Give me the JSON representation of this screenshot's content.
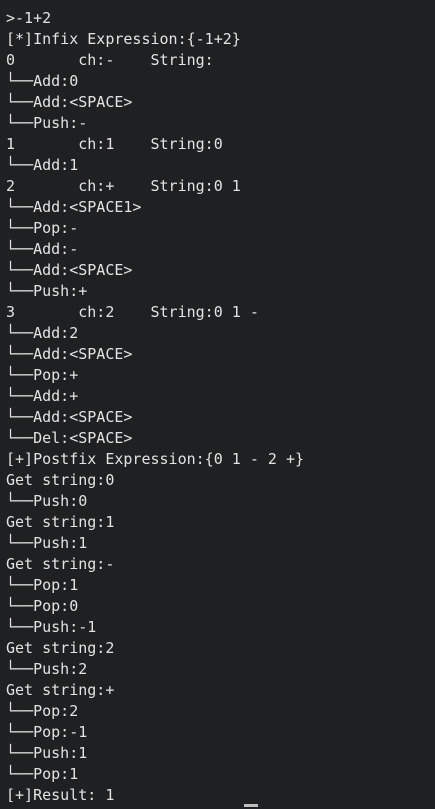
{
  "terminal": {
    "lines": [
      ">-1+2",
      "[*]Infix Expression:{-1+2}",
      "0       ch:-    String:",
      "└──Add:0",
      "└──Add:<SPACE>",
      "└──Push:-",
      "1       ch:1    String:0",
      "└──Add:1",
      "2       ch:+    String:0 1",
      "└──Add:<SPACE1>",
      "└──Pop:-",
      "└──Add:-",
      "└──Add:<SPACE>",
      "└──Push:+",
      "3       ch:2    String:0 1 -",
      "└──Add:2",
      "└──Add:<SPACE>",
      "└──Pop:+",
      "└──Add:+",
      "└──Add:<SPACE>",
      "└──Del:<SPACE>",
      "[+]Postfix Expression:{0 1 - 2 +}",
      "Get string:0",
      "└──Push:0",
      "Get string:1",
      "└──Push:1",
      "Get string:-",
      "└──Pop:1",
      "└──Pop:0",
      "└──Push:-1",
      "Get string:2",
      "└──Push:2",
      "Get string:+",
      "└──Pop:2",
      "└──Pop:-1",
      "└──Push:1",
      "└──Pop:1",
      "[+]Result: 1"
    ]
  }
}
